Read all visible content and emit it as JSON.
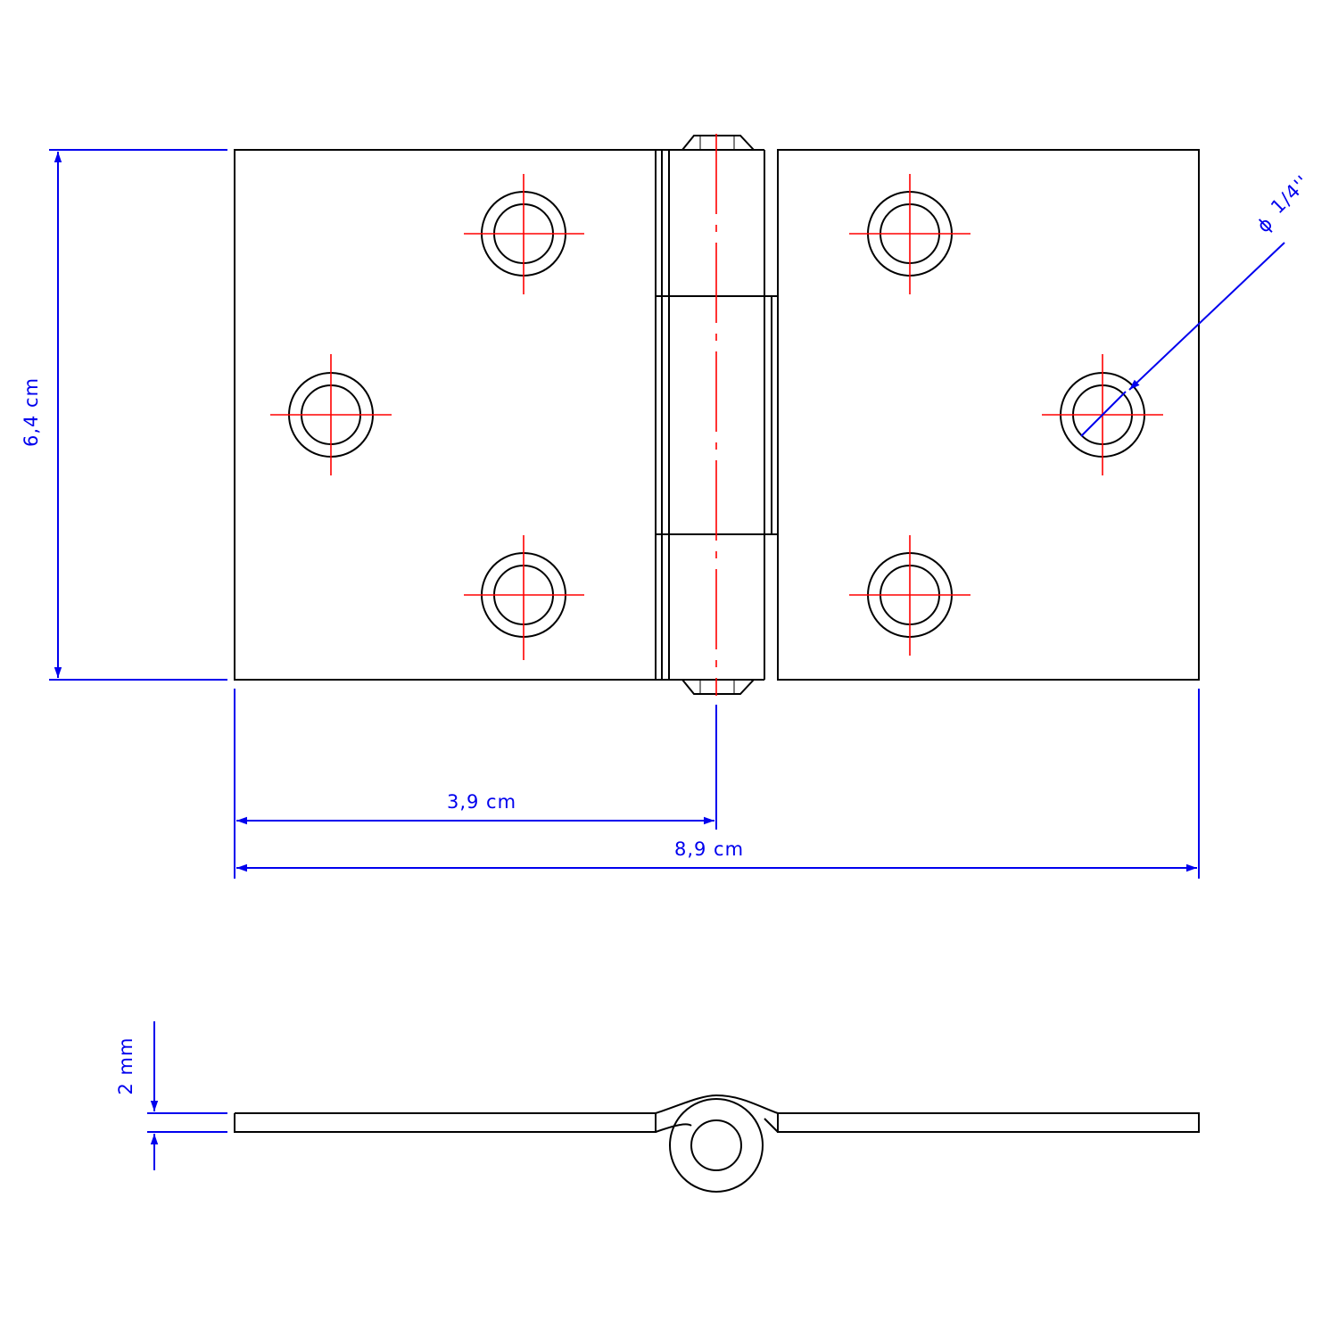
{
  "dimensions": {
    "height": "6,4 cm",
    "pin_offset": "3,9 cm",
    "total_width": "8,9 cm",
    "hole_diameter_symbol": "ϕ",
    "hole_diameter_value": "1/4''",
    "thickness": "2 mm"
  },
  "colors": {
    "outline": "#000000",
    "centerline": "#ff0000",
    "dimension": "#0000ee"
  }
}
